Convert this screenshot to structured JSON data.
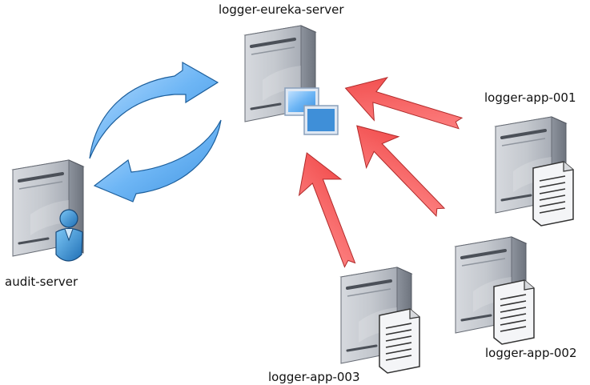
{
  "nodes": {
    "eureka": {
      "label": "logger-eureka-server"
    },
    "audit": {
      "label": "audit-server"
    },
    "app001": {
      "label": "logger-app-001"
    },
    "app002": {
      "label": "logger-app-002"
    },
    "app003": {
      "label": "logger-app-003"
    }
  },
  "colors": {
    "sync_arrow": "#5aaaf0",
    "register_arrow": "#f05c5c",
    "server_body": "#9ea3ad",
    "server_front": "#c9ccd2",
    "window_icon": "#4a9ee0",
    "user_icon": "#2f86c8"
  },
  "icons": {
    "eureka": "windows-overlay-icon",
    "audit": "user-icon",
    "apps": "document-icon"
  }
}
